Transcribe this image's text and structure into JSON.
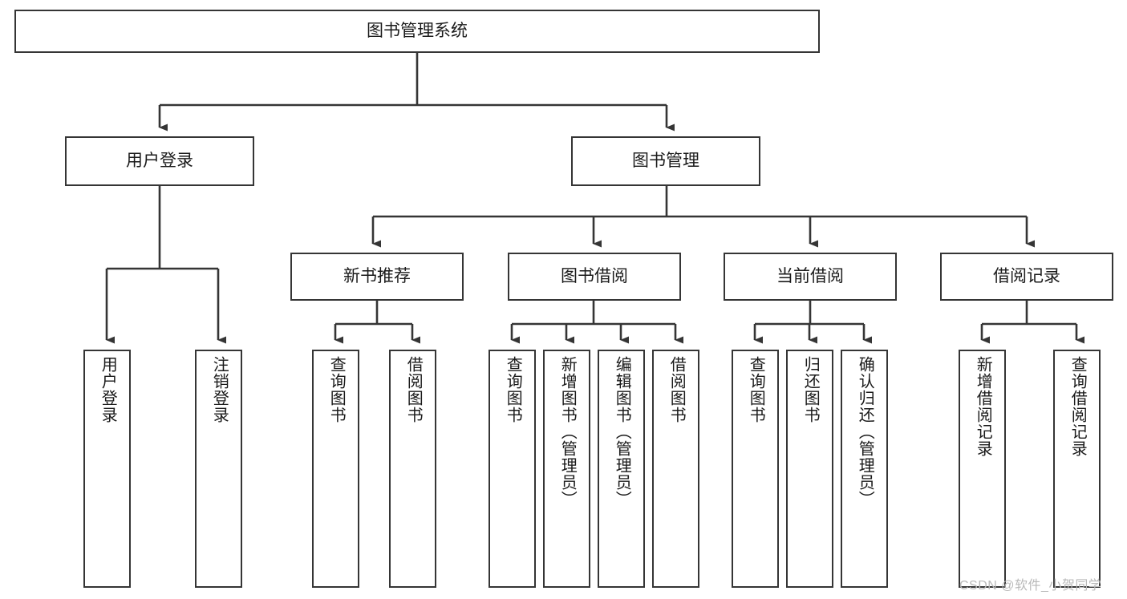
{
  "diagram": {
    "title": "图书管理系统",
    "type": "tree-hierarchy-chart",
    "colors": {
      "border": "#353535",
      "text": "#1a1a1a",
      "background": "#ffffff",
      "watermark": "#b9b9b9"
    },
    "root": {
      "label": "图书管理系统"
    },
    "level2": [
      {
        "label": "用户登录"
      },
      {
        "label": "图书管理"
      }
    ],
    "level3": [
      {
        "label": "新书推荐"
      },
      {
        "label": "图书借阅"
      },
      {
        "label": "当前借阅"
      },
      {
        "label": "借阅记录"
      }
    ],
    "leaves": {
      "user_login": [
        {
          "label": "用户登录"
        },
        {
          "label": "注销登录"
        }
      ],
      "new_book_recommend": [
        {
          "label": "查询图书"
        },
        {
          "label": "借阅图书"
        }
      ],
      "book_borrow": [
        {
          "label": "查询图书"
        },
        {
          "label": "新增图书（管理员）"
        },
        {
          "label": "编辑图书（管理员）"
        },
        {
          "label": "借阅图书"
        }
      ],
      "current_borrow": [
        {
          "label": "查询图书"
        },
        {
          "label": "归还图书"
        },
        {
          "label": "确认归还（管理员）"
        }
      ],
      "borrow_record": [
        {
          "label": "新增借阅记录"
        },
        {
          "label": "查询借阅记录"
        }
      ]
    }
  },
  "watermark": {
    "text": "CSDN @软件_小贺同学"
  }
}
